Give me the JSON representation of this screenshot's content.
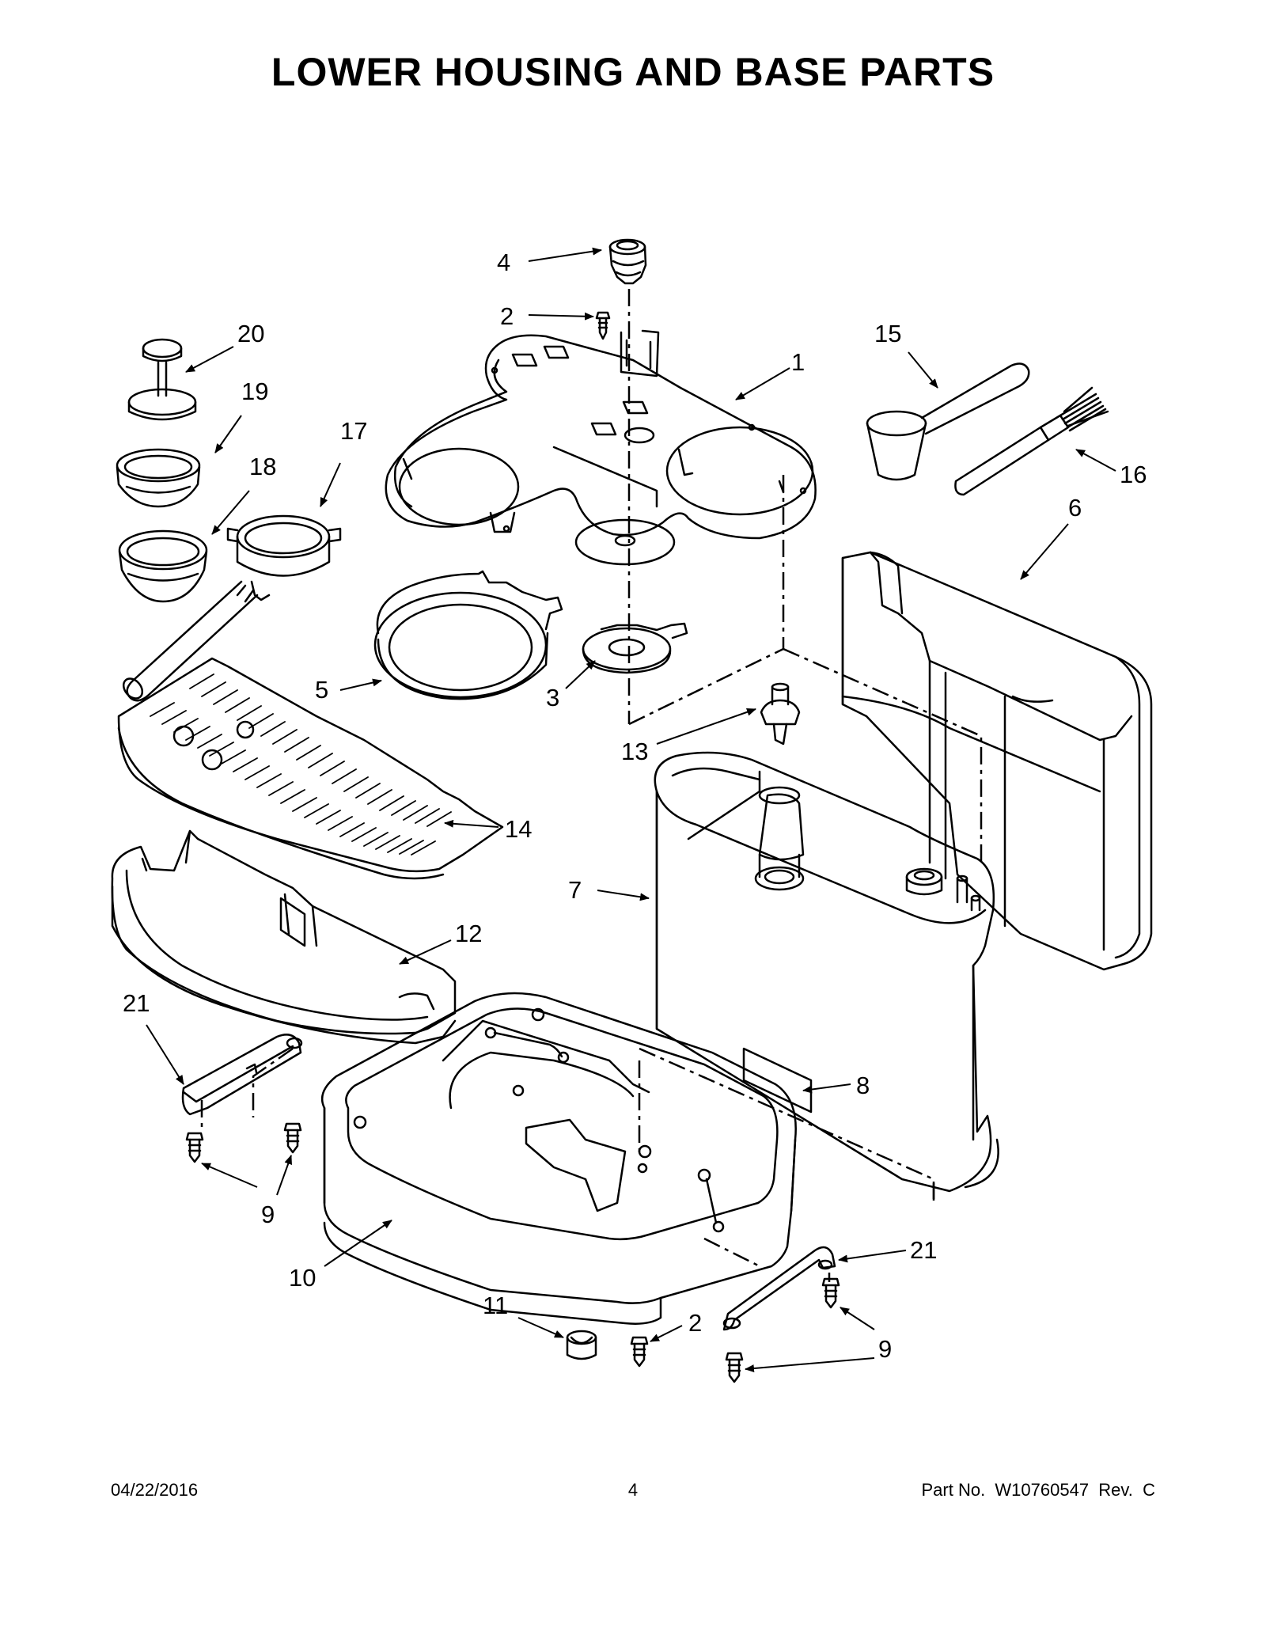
{
  "title": "LOWER HOUSING AND BASE PARTS",
  "callouts": {
    "c1": "1",
    "c2a": "2",
    "c2b": "2",
    "c3": "3",
    "c4": "4",
    "c5": "5",
    "c6": "6",
    "c7": "7",
    "c8": "8",
    "c9a": "9",
    "c9b": "9",
    "c10": "10",
    "c11": "11",
    "c12": "12",
    "c13": "13",
    "c14": "14",
    "c15": "15",
    "c16": "16",
    "c17": "17",
    "c18": "18",
    "c19": "19",
    "c20": "20",
    "c21a": "21",
    "c21b": "21"
  },
  "footer": {
    "date": "04/22/2016",
    "page": "4",
    "part": "Part No.  W10760547  Rev.  C"
  }
}
